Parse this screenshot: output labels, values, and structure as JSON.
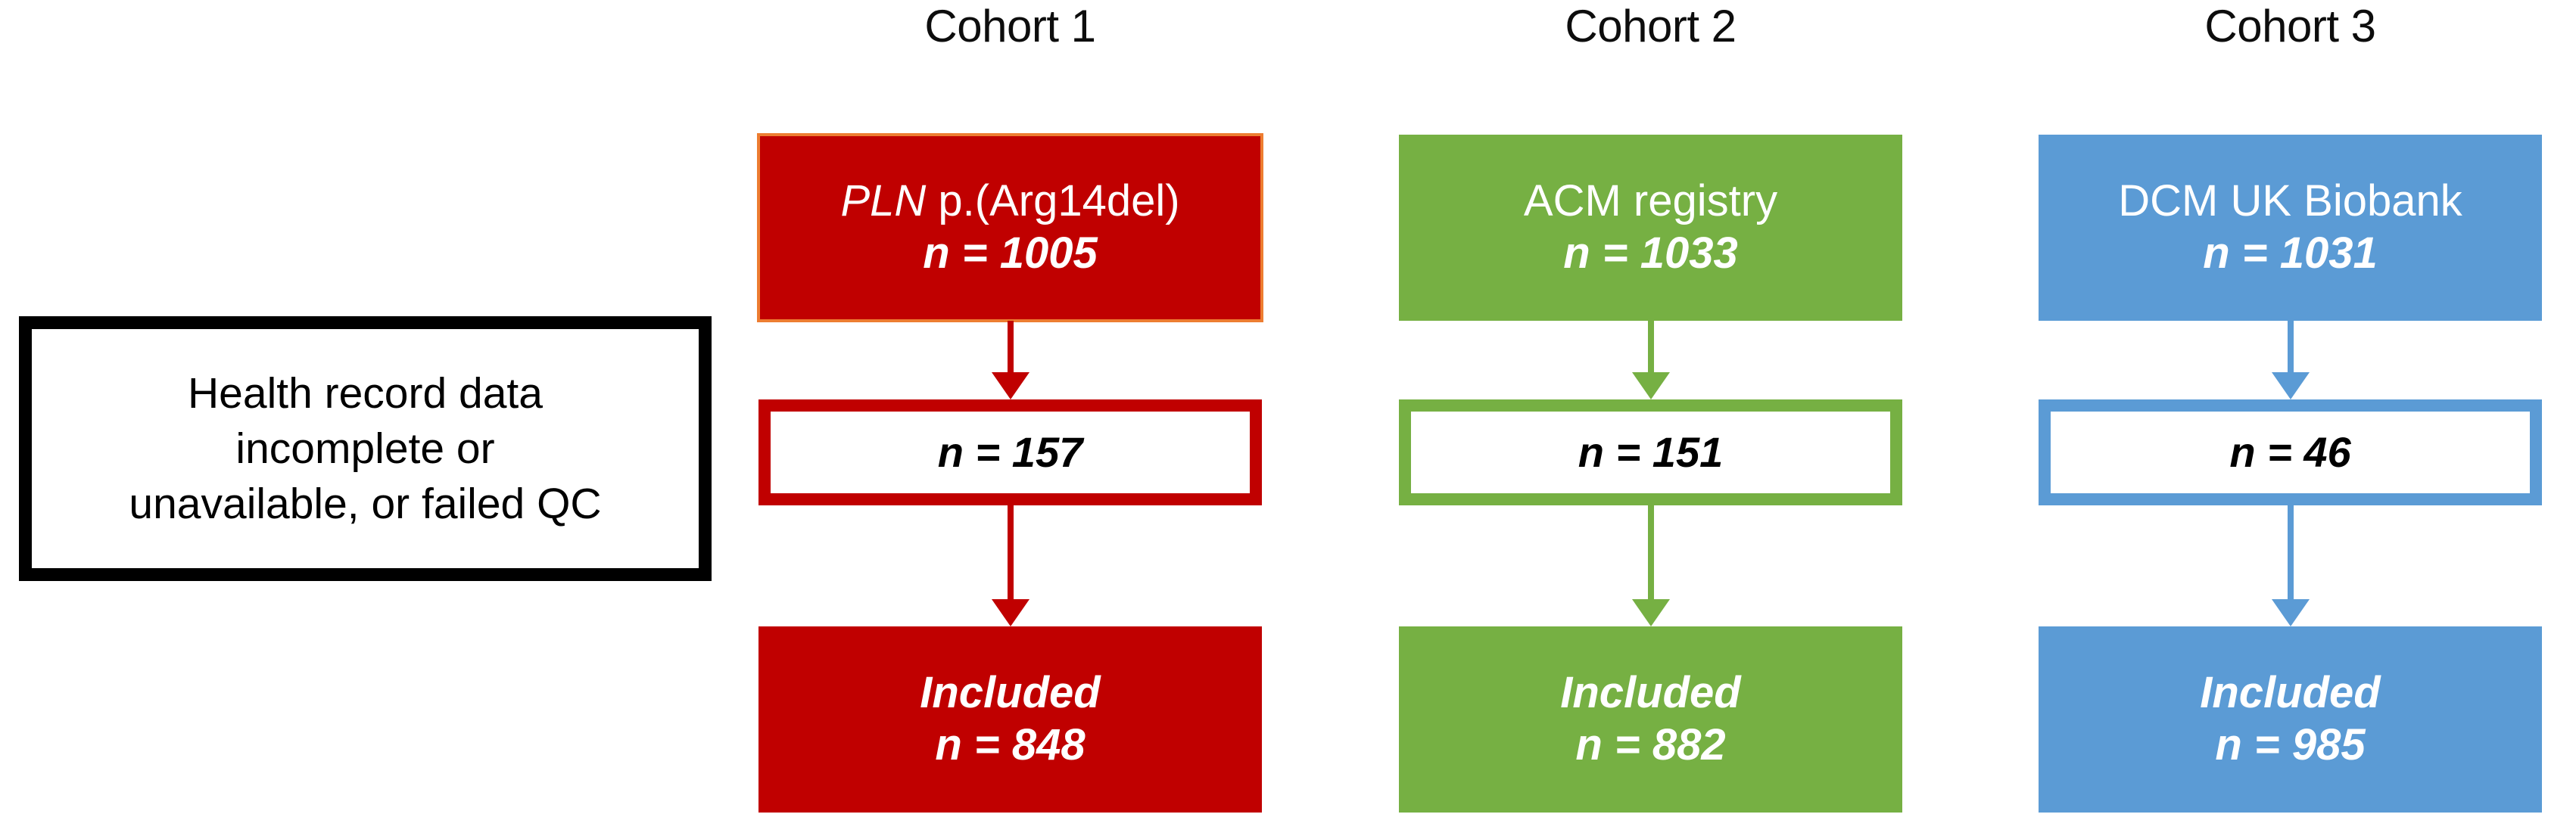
{
  "figure": {
    "type": "flowchart",
    "description": "Three-cohort participant inclusion flow diagram",
    "background": "#ffffff"
  },
  "palette": {
    "red_fill": "#C00000",
    "red_outline": "#ED7D31",
    "red_border": "#C00000",
    "green_fill": "#76B043",
    "green_border": "#76B043",
    "blue_fill": "#5B9BD5",
    "blue_border": "#5B9BD5",
    "black": "#000000",
    "white": "#FFFFFF"
  },
  "exclusion": {
    "name": "exclusion-criteria-box",
    "lines": [
      "Health record data",
      "incomplete or",
      "unavailable, or failed QC"
    ]
  },
  "columns": [
    {
      "id": "cohort-1",
      "header": "Cohort 1",
      "color": "#C00000",
      "outline": "#ED7D31",
      "source": {
        "gene": "PLN",
        "variant": " p.(Arg14del)",
        "count": "n = 1005"
      },
      "excluded": {
        "count": "n = 157"
      },
      "included": {
        "label": "Included",
        "count": "n = 848"
      }
    },
    {
      "id": "cohort-2",
      "header": "Cohort 2",
      "color": "#76B043",
      "outline": "#76B043",
      "source": {
        "gene": "",
        "variant": "ACM registry",
        "count": "n = 1033"
      },
      "excluded": {
        "count": "n = 151"
      },
      "included": {
        "label": "Included",
        "count": "n = 882"
      }
    },
    {
      "id": "cohort-3",
      "header": "Cohort 3",
      "color": "#5B9BD5",
      "outline": "#5B9BD5",
      "source": {
        "gene": "",
        "variant": "DCM UK Biobank",
        "count": "n = 1031"
      },
      "excluded": {
        "count": "n = 46"
      },
      "included": {
        "label": "Included",
        "count": "n = 985"
      }
    }
  ]
}
